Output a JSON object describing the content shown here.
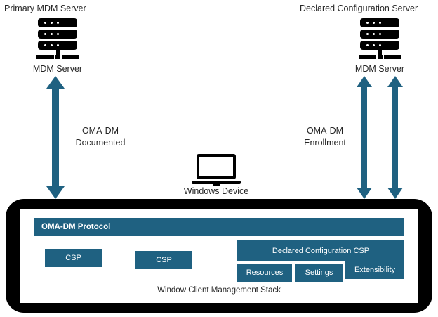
{
  "diagram": {
    "title_left": "Primary MDM Server",
    "title_right": "Declared Configuration Server",
    "server_left_label": "MDM Server",
    "server_right_label": "MDM Server",
    "device_label": "Windows  Device",
    "flow_left_line1": "OMA-DM",
    "flow_left_line2": "Documented",
    "flow_right_line1": "OMA-DM",
    "flow_right_line2": "Enrollment",
    "colors": {
      "teal": "#1f6181",
      "black": "#000000",
      "text": "#252525",
      "white": "#ffffff"
    },
    "icons": {
      "server_left": "server-rack-icon",
      "server_right": "server-rack-icon",
      "device": "laptop-icon",
      "arrow_left": "double-headed-arrow-icon",
      "arrow_right_a": "double-headed-arrow-icon",
      "arrow_right_b": "double-headed-arrow-icon"
    }
  },
  "stack": {
    "protocol_bar": "OMA-DM Protocol",
    "csp_1": "CSP",
    "csp_2": "CSP",
    "declared_csp": "Declared Configuration CSP",
    "resources": "Resources",
    "settings": "Settings",
    "extensibility": "Extensibility",
    "caption": "Window Client Management Stack"
  }
}
